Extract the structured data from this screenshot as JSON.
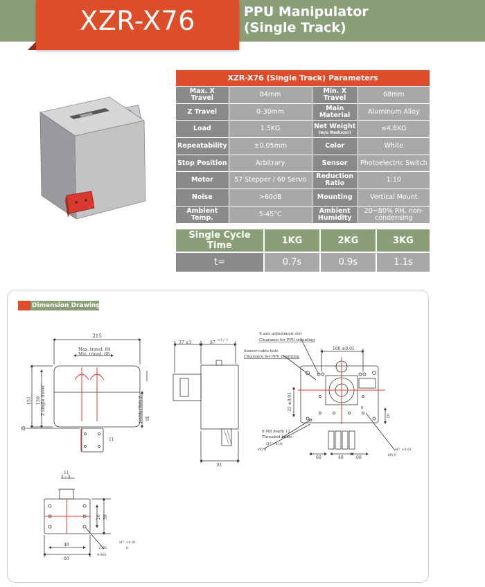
{
  "header": {
    "model": "XZR-X76",
    "subtitle_line1": "PPU Manipulator",
    "subtitle_line2": "(Single Track)"
  },
  "params_table": {
    "title": "XZR-X76 (Single Track) Parameters",
    "rows": [
      {
        "l1": "Max. X Travel",
        "v1": "84mm",
        "l2": "Min. X Travel",
        "v2": "68mm"
      },
      {
        "l1": "Z Travel",
        "v1": "0-30mm",
        "l2": "Main Material",
        "v2": "Aluminum Alloy"
      },
      {
        "l1": "Load",
        "v1": "1.5KG",
        "l2": "Net Weight",
        "l2_sub": "(w/o Reducer)",
        "v2": "≤4.8KG"
      },
      {
        "l1": "Repeatability",
        "v1": "±0.05mm",
        "l2": "Color",
        "v2": "White"
      },
      {
        "l1": "Stop Position",
        "v1": "Arbitrary",
        "l2": "Sensor",
        "v2": "Photoelectric Switch"
      },
      {
        "l1": "Motor",
        "v1": "57 Stepper / 60 Servo",
        "l2": "Reduction Ratio",
        "v2": "1:10"
      },
      {
        "l1": "Noise",
        "v1": ">60dB",
        "l2": "Mounting",
        "v2": "Vertical Mount"
      },
      {
        "l1": "Ambient Temp.",
        "v1": "5-45°C",
        "l2": "Ambient Humidity",
        "v2": "20~80% RH, non-condensing"
      }
    ]
  },
  "cycle_table": {
    "title": "Single Cycle Time",
    "loads": [
      "1KG",
      "2KG",
      "3KG"
    ],
    "row_label": "t=",
    "times": [
      "0.7s",
      "0.9s",
      "1.1s"
    ]
  },
  "dimension": {
    "tag": "Dimension Drawing",
    "front": {
      "w_total": "215",
      "max_travel": "Max. travel: 84",
      "min_travel": "Min. travel: 68",
      "h_total": "151",
      "h_inner": "136",
      "z_single": "Z single travel",
      "z_total": "Z total travel",
      "z_total_val": "30",
      "z_off": "15",
      "side_small": "11"
    },
    "side": {
      "top_a": "37 ±3",
      "top_b_val": "87",
      "top_b_tol": "+3 / -1",
      "bottom": "81"
    },
    "back": {
      "note1a": "X-axis adjustment slot",
      "note1b": "Clearance for PPU mounting",
      "note2a": "Sensor cable hole",
      "note2b": "Clearance for PPU mounting",
      "top_dim": "100 ±0.01",
      "v_dim": "35 ±0.01",
      "note3a": "8-M8 depth 12",
      "note3b": "Threaded holes",
      "d1": "H7 +0.01",
      "d1b": "Ø5  0",
      "d2": "H7 +0.01",
      "d2b": "Ø5  0",
      "b60a": "60",
      "b40": "40",
      "b60b": "60",
      "r20": "20",
      "r8": "8"
    },
    "small": {
      "ratio_top": "11",
      "ratio_bot": "2 : 3",
      "w48": "48",
      "w60": "60",
      "h20": "20",
      "h50": "50",
      "holes": "2-Ø5",
      "m5": "4-M5",
      "tol": "H7 +0.01",
      "tol_b": "0"
    }
  }
}
